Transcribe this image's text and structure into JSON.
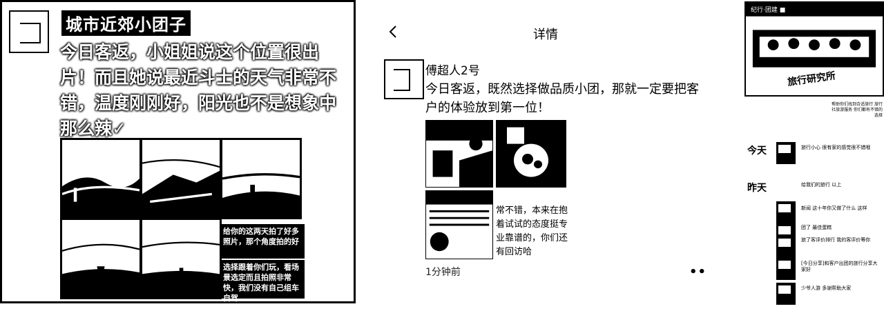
{
  "left": {
    "title": "城市近郊小团子",
    "caption": "今日客返，小姐姐说这个位置很出片！而且她说最近斗士的天气非常不错，温度刚刚好，阳光也不是想象中那么辣✓",
    "text_cells": [
      "给你的这两天拍了好多照片，那个角度拍的好",
      "选择跟着你们玩，看场景选定而且拍照非常快，我们没有自己组车自驾"
    ]
  },
  "middle": {
    "header_title": "详情",
    "post": {
      "author": "傅超人2号",
      "text": "今日客返，既然选择做品质小团，那就一定要把客户的体验放到第一位！",
      "image_text": "常不错，本来在抱着试试的态度挺专业靠谱的，你们还有回访哈",
      "time": "1分钟前",
      "more": "••"
    }
  },
  "right": {
    "banner_label": "纪行·团建 ■",
    "banner_sign": "旅行研究所",
    "note": "帮助你们找到合适旅行 旅行社旅游服务 你们都有不错的选择",
    "today_label": "今天",
    "yesterday_label": "昨天",
    "items": [
      "旅行小心 很有家的感觉很不错哦",
      "给我们的旅行 以上",
      "新闻 这十年你又做了什么 这样",
      "团了 最佳蛋糕",
      "旅了客评价排行 我的客评价等你",
      "[今日分享]和客户出团的旅行分享大家好",
      "少爷人游 多谢帮助大家"
    ]
  }
}
